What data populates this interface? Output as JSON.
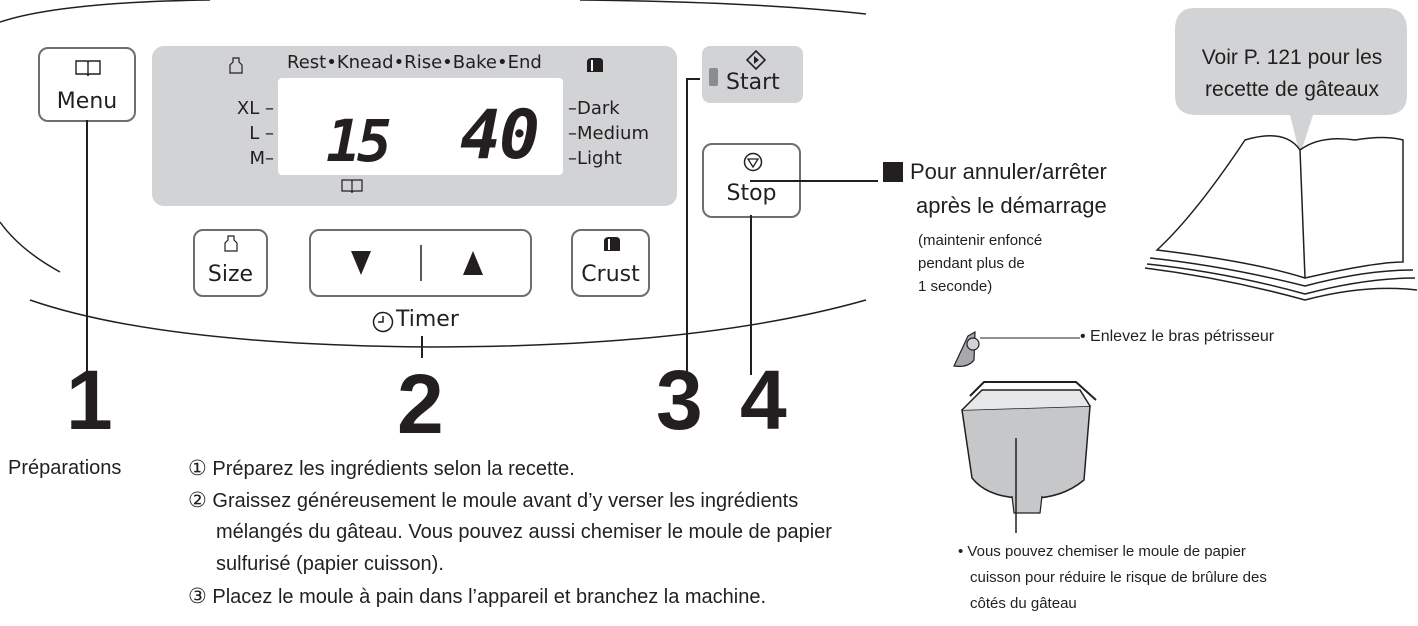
{
  "panel": {
    "menu_label": "Menu",
    "lcd": {
      "stages": "Rest•Knead•Rise•Bake•End",
      "sizes": [
        "XL",
        "L",
        "M"
      ],
      "crusts": [
        "Dark",
        "Medium",
        "Light"
      ],
      "digits_left": "15",
      "digits_right": "40"
    },
    "start_label": "Start",
    "stop_label": "Stop",
    "size_label": "Size",
    "crust_label": "Crust",
    "timer_label": "Timer",
    "step_numbers": [
      "1",
      "2",
      "3",
      "4"
    ]
  },
  "stop_note": {
    "title": "Pour annuler/arrêter",
    "title2": "après le démarrage",
    "detail": [
      "(maintenir enfoncé",
      "pendant plus de",
      "1 seconde)"
    ]
  },
  "book_callout": [
    "Voir P. 121 pour les",
    "recette de gâteaux"
  ],
  "pan_notes": {
    "blade": "• Enlevez le bras pétrisseur",
    "liner": [
      "• Vous pouvez chemiser le moule de papier",
      "cuisson pour réduire le risque de brûlure des",
      "côtés du gâteau"
    ]
  },
  "preparations": {
    "heading": "Préparations",
    "steps": [
      {
        "marker": "①",
        "lines": [
          "Préparez les ingrédients selon la recette."
        ]
      },
      {
        "marker": "②",
        "lines": [
          "Graissez généreusement le moule avant d’y verser les ingrédients",
          "mélangés du gâteau. Vous pouvez aussi chemiser le moule de papier",
          "sulfurisé (papier cuisson)."
        ]
      },
      {
        "marker": "③",
        "lines": [
          "Placez le moule à pain dans l’appareil et branchez la machine."
        ]
      }
    ]
  }
}
